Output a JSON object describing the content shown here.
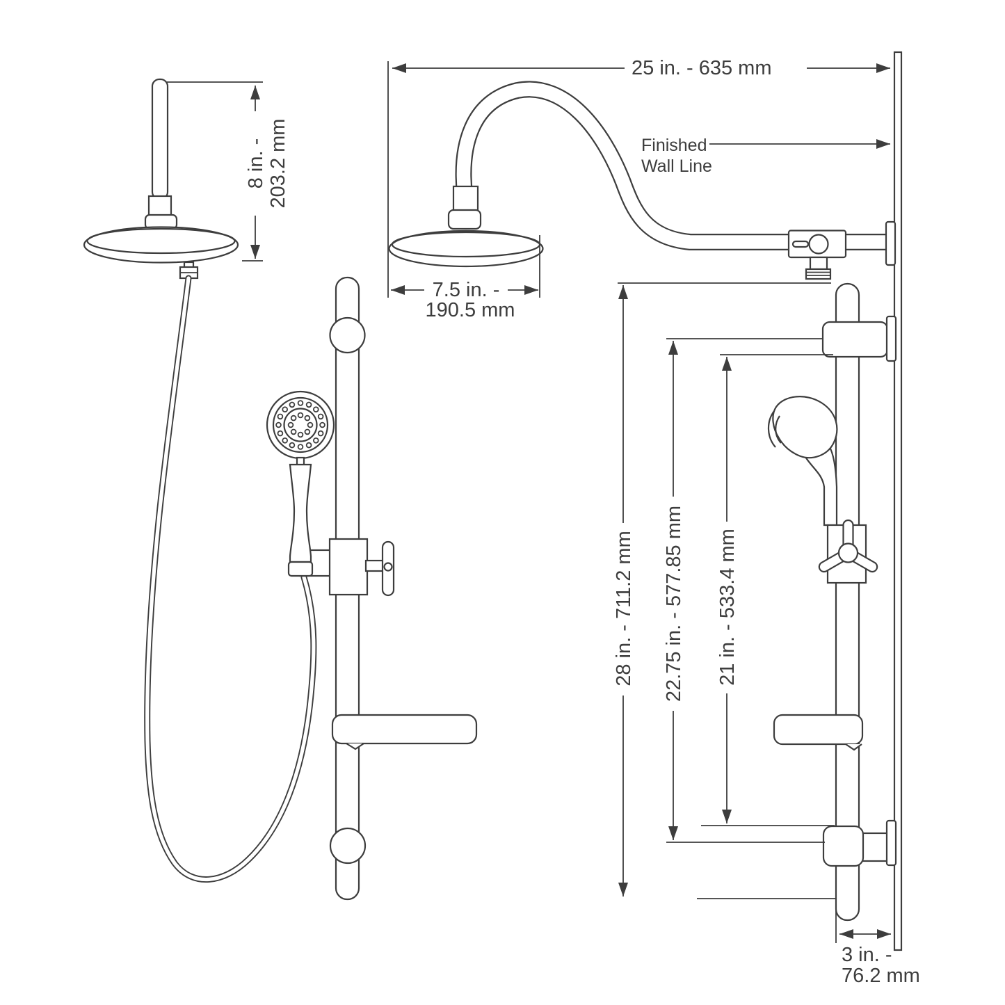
{
  "diagram": {
    "line_color": "#3d3d3d",
    "background_color": "#ffffff",
    "wall_label": {
      "line1": "Finished",
      "line2": "Wall Line"
    },
    "dims": {
      "arm_reach": "25 in. - 635 mm",
      "head_height": {
        "line1": "8 in. -",
        "line2": "203.2 mm"
      },
      "head_diameter": {
        "line1": "7.5 in. -",
        "line2": "190.5 mm"
      },
      "bar_length": "28 in. - 711.2 mm",
      "bracket_spacing": "22.75 in. - 577.85 mm",
      "slide_travel": "21 in. - 533.4 mm",
      "wall_offset": {
        "line1": "3 in. -",
        "line2": "76.2 mm"
      }
    }
  }
}
